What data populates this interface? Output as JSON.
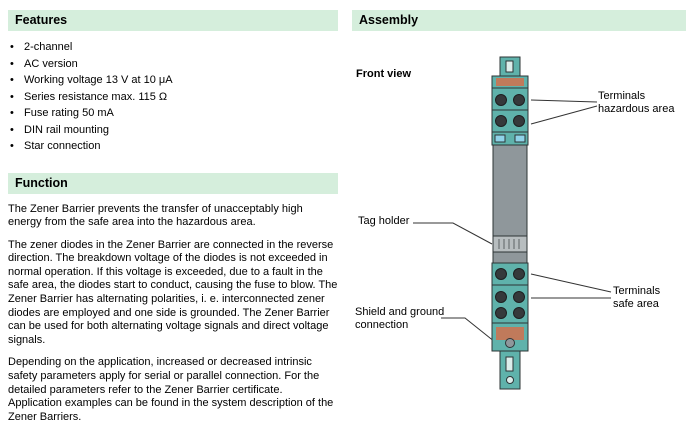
{
  "colors": {
    "header_bg": "#d5eedc",
    "teal": "#5fb2ab",
    "salmon": "#c07a5b",
    "gray_body": "#8f979b",
    "gray_light": "#b7bdbf",
    "led_blue": "#8fd3e8",
    "screw": "#35393b",
    "slot_fill": "#ddeeec",
    "line": "#333333"
  },
  "left": {
    "features": {
      "title": "Features",
      "items": [
        "2-channel",
        "AC version",
        "Working voltage 13 V at 10 μA",
        "Series resistance max. 115 Ω",
        "Fuse rating 50 mA",
        "DIN rail mounting",
        "Star connection"
      ]
    },
    "function": {
      "title": "Function",
      "paragraphs": [
        "The Zener Barrier prevents the transfer of unacceptably high energy from the safe area into the hazardous area.",
        "The zener diodes in the Zener Barrier are connected in the reverse direction. The breakdown voltage of the diodes is not exceeded in normal operation. If this voltage is exceeded, due to a fault in the safe area, the diodes start to conduct, causing the fuse to blow. The Zener Barrier has alternating polarities, i. e. interconnected zener diodes are employed and one side is grounded. The Zener Barrier can be used for both alternating voltage signals and direct voltage signals.",
        "Depending on the application, increased or decreased intrinsic safety parameters apply for serial or parallel connection. For the detailed parameters refer to the Zener Barrier certificate. Application examples can be found in the system description of the Zener Barriers."
      ]
    }
  },
  "right": {
    "title": "Assembly",
    "front_view_label": "Front view",
    "callouts": {
      "terminals_hazardous": "Terminals\nhazardous area",
      "tag_holder": "Tag holder",
      "terminals_safe": "Terminals\nsafe area",
      "shield_ground": "Shield and ground\nconnection"
    }
  }
}
